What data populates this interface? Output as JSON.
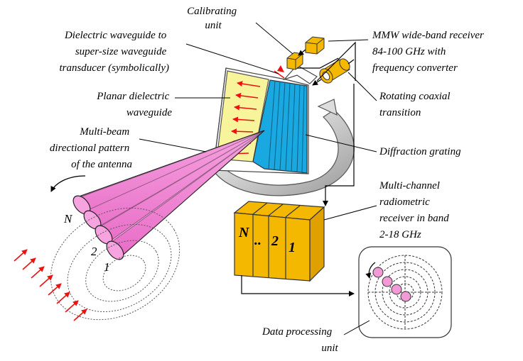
{
  "labels": {
    "calibrating_unit": [
      "Calibrating",
      "unit"
    ],
    "transducer": [
      "Dielectric waveguide to",
      "super-size waveguide",
      "transducer (symbolically)"
    ],
    "receiver": [
      "MMW wide-band receiver",
      "84-100 GHz with",
      "frequency converter"
    ],
    "planar_waveguide": [
      "Planar dielectric",
      "waveguide"
    ],
    "rotating_transition": [
      "Rotating coaxial",
      "transition"
    ],
    "multibeam": [
      "Multi-beam",
      "directional pattern",
      "of the antenna"
    ],
    "diffraction_grating": [
      "Diffraction grating"
    ],
    "radiometric_receiver": [
      "Multi-channel",
      "radiometric",
      "receiver in band",
      "2-18 GHz"
    ],
    "data_processing": [
      "Data processing",
      "unit"
    ]
  },
  "beam_numbers": {
    "n": "N",
    "two": "2",
    "one": "1"
  },
  "channel_numbers": {
    "n": "N",
    "dots": "..",
    "two": "2",
    "one": "1"
  },
  "icons": {
    "calibrating_unit": "small-cube-icon",
    "receiver": "small-cube-icon",
    "rotating_transition": "cylinder-icon",
    "radiometric_receiver": "box-stack-icon",
    "data_processing": "radar-scope-icon"
  },
  "colors": {
    "beam_pink": "#f27fd1",
    "grating_blue": "#1aa8e0",
    "panel_yellow": "#f8f49c",
    "unit_orange": "#f5b800",
    "arrow_red": "#ee1111"
  }
}
